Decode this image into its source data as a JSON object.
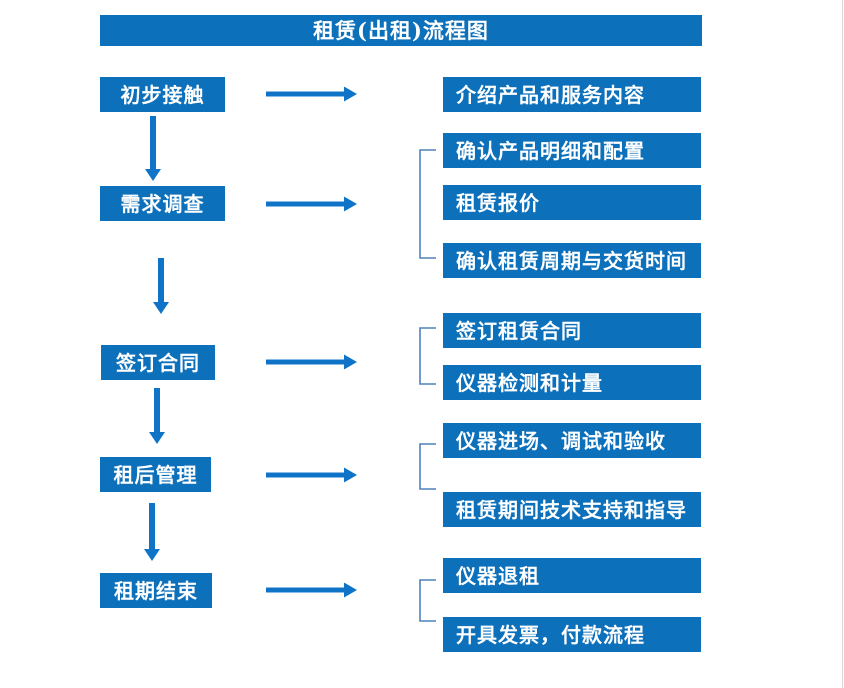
{
  "title": "租赁(出租)流程图",
  "colors": {
    "box_blue": "#0d70bb",
    "arrow_blue": "#0f74c8",
    "bracket_blue": "#4f81bd",
    "text_white": "#ffffff"
  },
  "stages": [
    {
      "label": "初步接触",
      "details": [
        "介绍产品和服务内容"
      ]
    },
    {
      "label": "需求调查",
      "details": [
        "确认产品明细和配置",
        "租赁报价",
        "确认租赁周期与交货时间"
      ]
    },
    {
      "label": "签订合同",
      "details": [
        "签订租赁合同",
        "仪器检测和计量"
      ]
    },
    {
      "label": "租后管理",
      "details": [
        "仪器进场、调试和验收",
        "租赁期间技术支持和指导"
      ]
    },
    {
      "label": "租期结束",
      "details": [
        "仪器退租",
        "开具发票，付款流程"
      ]
    }
  ]
}
